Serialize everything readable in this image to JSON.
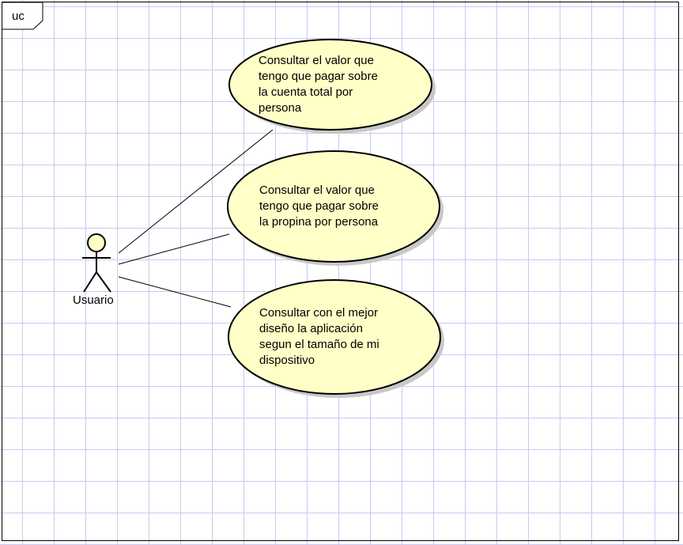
{
  "frame": {
    "tag": "uc"
  },
  "actor": {
    "name": "Usuario"
  },
  "use_cases": [
    {
      "text": "Consultar el valor que\ntengo que pagar sobre\nla cuenta total por\npersona"
    },
    {
      "text": "Consultar el valor que\ntengo que pagar sobre\nla propina por persona"
    },
    {
      "text": "Consultar con el mejor\ndiseño la aplicación\nsegun el tamaño de mi\ndispositivo"
    }
  ],
  "colors": {
    "use_case_fill": "#ffffc8",
    "actor_head_fill": "#ffffc8",
    "grid": "#c9c9f2",
    "stroke": "#000000",
    "shadow": "#c8c8c8"
  }
}
